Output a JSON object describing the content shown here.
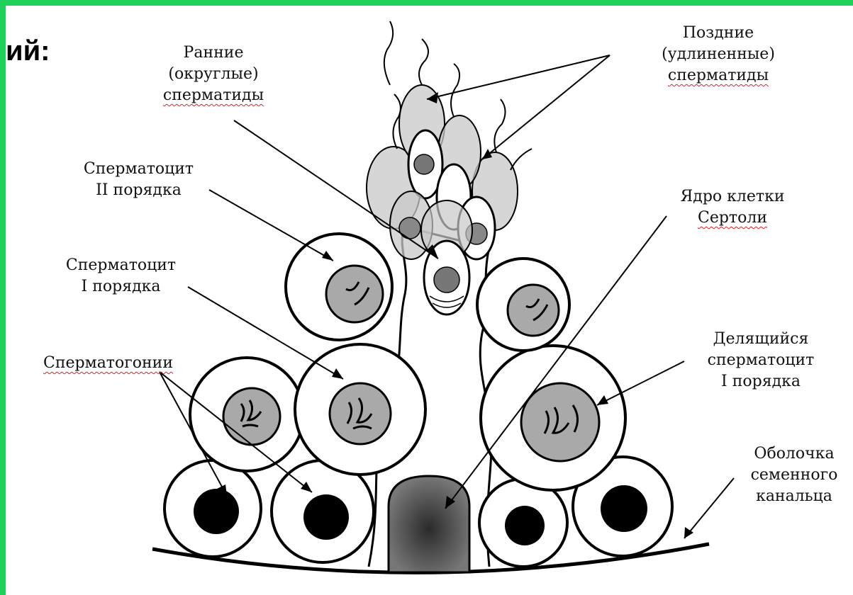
{
  "heading": "ий:",
  "labels": {
    "early_spermatids": [
      "Ранние",
      "(округлые)",
      "сперматиды"
    ],
    "late_spermatids": [
      "Поздние",
      "(удлиненные)",
      "сперматиды"
    ],
    "spermatocyte_2": [
      "Сперматоцит",
      "II порядка"
    ],
    "sertoli_nucleus": [
      "Ядро клетки",
      "Сертоли"
    ],
    "spermatocyte_1": [
      "Сперматоцит",
      "I порядка"
    ],
    "spermatogonia": [
      "Сперматогонии"
    ],
    "dividing_spermatocyte": [
      "Делящийся",
      "сперматоцит",
      "I порядка"
    ],
    "tubule_membrane": [
      "Оболочка",
      "семенного",
      "канальца"
    ]
  },
  "colors": {
    "frame": "#1fd15a",
    "nucleus_gray": "#a9a9a9",
    "dark_nucleus": "#000000"
  }
}
